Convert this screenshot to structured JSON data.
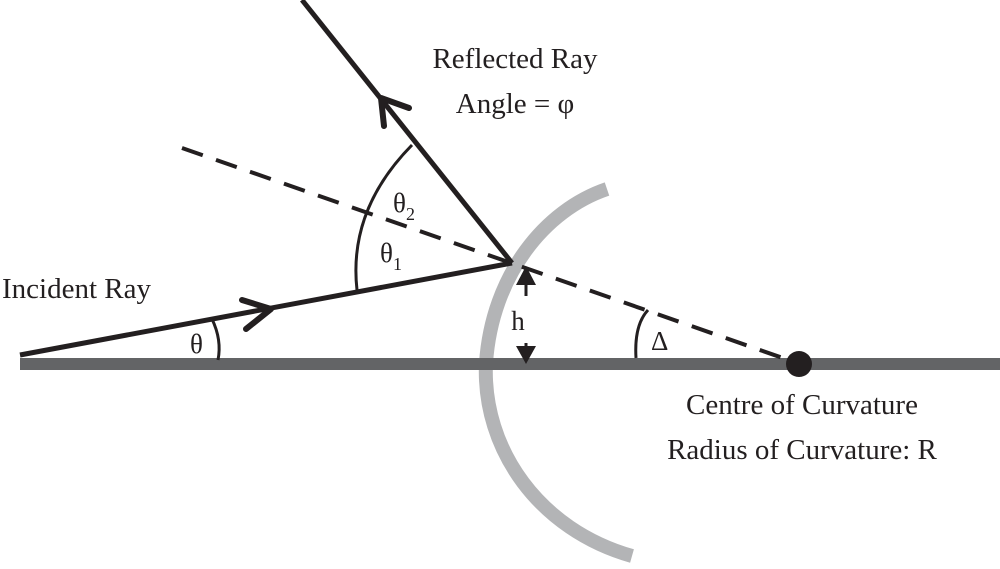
{
  "labels": {
    "reflected_title": "Reflected Ray",
    "reflected_angle": "Angle = φ",
    "incident": "Incident Ray",
    "centre": "Centre of Curvature",
    "radius": "Radius of Curvature: R"
  },
  "angles": {
    "theta": "θ",
    "theta1_base": "θ",
    "theta1_sub": "1",
    "theta2_base": "θ",
    "theta2_sub": "2",
    "delta": "Δ"
  },
  "height": "h",
  "colors": {
    "ink": "#231f20",
    "axis": "#636466",
    "mirror": "#b3b4b6"
  }
}
